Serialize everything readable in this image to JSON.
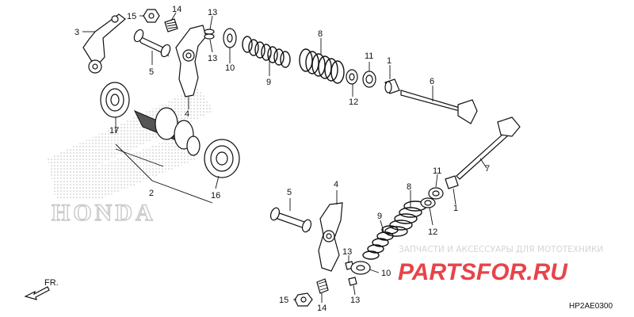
{
  "labels": {
    "p1": "1",
    "p2": "2",
    "p3": "3",
    "p4": "4",
    "p5": "5",
    "p6": "6",
    "p7": "7",
    "p8": "8",
    "p9": "9",
    "p10": "10",
    "p11": "11",
    "p12": "12",
    "p13": "13",
    "p14": "14",
    "p15": "15",
    "p16": "16",
    "p17": "17"
  },
  "brand_logo_text": "HONDA",
  "watermark": {
    "tagline": "ЗАПЧАСТИ И АКСЕССУАРЫ ДЛЯ МОТОТЕХНИКИ",
    "site": "PARTSFOR.RU"
  },
  "direction_label": "FR.",
  "diagram_code": "HP2AE0300",
  "colors": {
    "watermark_red": "#e8434a",
    "ink": "#111111"
  }
}
